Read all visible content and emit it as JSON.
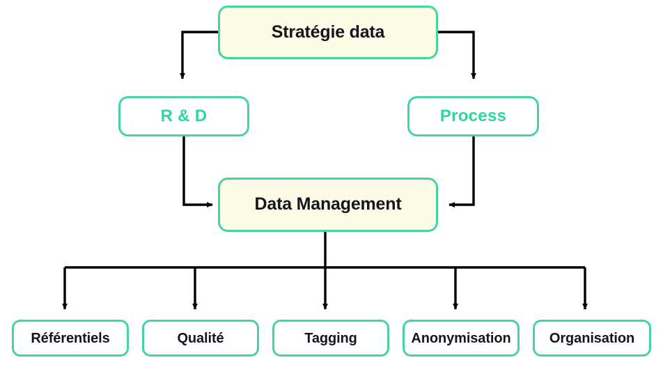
{
  "diagram": {
    "type": "flowchart",
    "title_node": "Stratégie data",
    "colors": {
      "border_green": "#45D39E",
      "accent_green_text": "#2ED79A",
      "cream_fill": "#FBFBE6",
      "white_fill": "#FFFFFF",
      "text_dark": "#15151E",
      "connector_black": "#000000"
    },
    "nodes": {
      "strategie": {
        "label": "Stratégie data",
        "level": "root"
      },
      "rd": {
        "label": "R & D",
        "level": "branch"
      },
      "process": {
        "label": "Process",
        "level": "branch"
      },
      "datamgmt": {
        "label": "Data Management",
        "level": "hub"
      },
      "leaves": [
        {
          "label": "Référentiels"
        },
        {
          "label": "Qualité"
        },
        {
          "label": "Tagging"
        },
        {
          "label": "Anonymisation"
        },
        {
          "label": "Organisation"
        }
      ]
    },
    "connectors": [
      {
        "name": "strategie-to-rd",
        "from": "strategie",
        "to": "rd",
        "style": "elbow-left-down"
      },
      {
        "name": "strategie-to-process",
        "from": "strategie",
        "to": "process",
        "style": "elbow-right-down"
      },
      {
        "name": "rd-to-datamgmt",
        "from": "rd",
        "to": "datamgmt",
        "style": "elbow-down-right"
      },
      {
        "name": "process-to-datamgmt",
        "from": "process",
        "to": "datamgmt",
        "style": "elbow-down-left"
      },
      {
        "name": "datamgmt-to-referentiels",
        "from": "datamgmt",
        "to": "Référentiels",
        "style": "fanout-down"
      },
      {
        "name": "datamgmt-to-qualite",
        "from": "datamgmt",
        "to": "Qualité",
        "style": "fanout-down"
      },
      {
        "name": "datamgmt-to-tagging",
        "from": "datamgmt",
        "to": "Tagging",
        "style": "fanout-down"
      },
      {
        "name": "datamgmt-to-anonymisation",
        "from": "datamgmt",
        "to": "Anonymisation",
        "style": "fanout-down"
      },
      {
        "name": "datamgmt-to-organisation",
        "from": "datamgmt",
        "to": "Organisation",
        "style": "fanout-down"
      }
    ]
  }
}
